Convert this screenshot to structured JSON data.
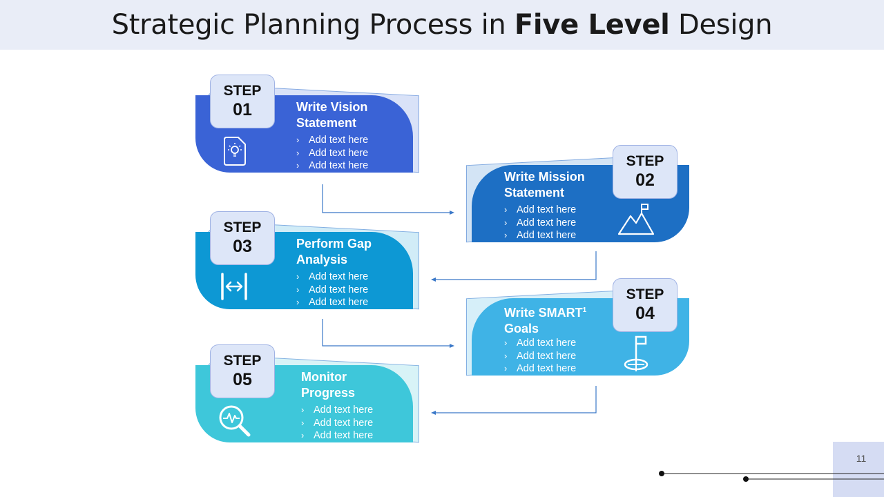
{
  "title": {
    "prefix": "Strategic Planning Process in ",
    "bold": "Five Level",
    "suffix": " Design"
  },
  "steps": [
    {
      "label": "STEP",
      "number": "01",
      "title_line1": "Write Vision",
      "title_line2": "Statement",
      "bullets": [
        "Add text here",
        "Add text here",
        "Add text here"
      ],
      "icon": "lightbulb-document-icon",
      "color": "#3a63d6",
      "back_color": "#d9e2f8"
    },
    {
      "label": "STEP",
      "number": "02",
      "title_line1": "Write Mission",
      "title_line2": "Statement",
      "bullets": [
        "Add text here",
        "Add text here",
        "Add text here"
      ],
      "icon": "mountain-flag-icon",
      "color": "#1d6fc4",
      "back_color": "#d3e4f5"
    },
    {
      "label": "STEP",
      "number": "03",
      "title_line1": "Perform Gap",
      "title_line2": "Analysis",
      "bullets": [
        "Add text here",
        "Add text here",
        "Add text here"
      ],
      "icon": "gap-arrows-icon",
      "color": "#0d98d4",
      "back_color": "#d1ecf7"
    },
    {
      "label": "STEP",
      "number": "04",
      "title_line1": "Write SMART",
      "title_sup": "1",
      "title_line2": "Goals",
      "bullets": [
        "Add text here",
        "Add text here",
        "Add text here"
      ],
      "icon": "target-flag-icon",
      "color": "#3fb3e6",
      "back_color": "#d6eff9"
    },
    {
      "label": "STEP",
      "number": "05",
      "title_line1": "Monitor",
      "title_line2": "Progress",
      "bullets": [
        "Add text here",
        "Add text here",
        "Add text here"
      ],
      "icon": "magnifier-pulse-icon",
      "color": "#3ec7da",
      "back_color": "#d8f3f7"
    }
  ],
  "page_number": "11"
}
